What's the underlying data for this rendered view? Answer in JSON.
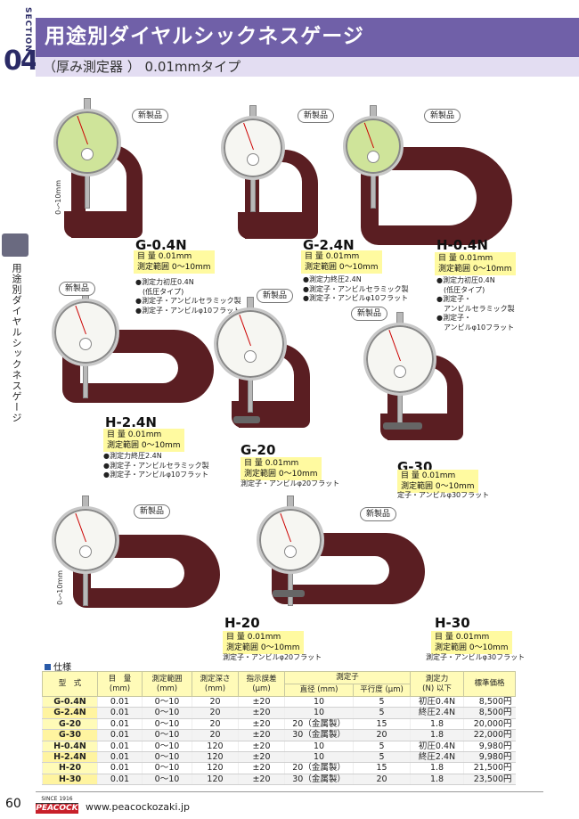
{
  "header": {
    "section_word": "SECTION",
    "section_number": "04",
    "title": "用途別ダイヤルシックネスゲージ",
    "subtitle": "（厚み測定器 ） 0.01mmタイプ"
  },
  "side_label": "用途別ダイヤルシックネスゲージ",
  "new_badge": "新製品",
  "range_vertical": "0〜10mm",
  "products": [
    {
      "model": "G-0.4N",
      "spec1": "目 量  0.01mm",
      "spec2": "測定範囲  0〜10mm",
      "notes": [
        "●測定力初圧0.4N",
        "　(低圧タイプ)",
        "●測定子・アンビルセラミック製",
        "●測定子・アンビルφ10フラット"
      ],
      "dial": "green"
    },
    {
      "model": "G-2.4N",
      "spec1": "目 量  0.01mm",
      "spec2": "測定範囲  0〜10mm",
      "notes": [
        "●測定力終圧2.4N",
        "●測定子・アンビルセラミック製",
        "●測定子・アンビルφ10フラット"
      ],
      "dial": "white"
    },
    {
      "model": "H-0.4N",
      "spec1": "目 量  0.01mm",
      "spec2": "測定範囲  0〜10mm",
      "notes": [
        "●測定力初圧0.4N",
        "　(低圧タイプ)",
        "●測定子・",
        "　アンビルセラミック製",
        "●測定子・",
        "　アンビルφ10フラット"
      ],
      "dial": "green"
    },
    {
      "model": "H-2.4N",
      "spec1": "目 量  0.01mm",
      "spec2": "測定範囲  0〜10mm",
      "notes": [
        "●測定力終圧2.4N",
        "●測定子・アンビルセラミック製",
        "●測定子・アンビルφ10フラット"
      ],
      "dial": "white"
    },
    {
      "model": "G-20",
      "spec1": "目 量  0.01mm",
      "spec2": "測定範囲  0〜10mm",
      "notes": [
        "測定子・アンビルφ20フラット"
      ],
      "dial": "white"
    },
    {
      "model": "G-30",
      "spec1": "目 量  0.01mm",
      "spec2": "測定範囲  0〜10mm",
      "notes": [
        "定子・アンビルφ30フラット"
      ],
      "dial": "white"
    },
    {
      "model": "H-20",
      "spec1": "目 量  0.01mm",
      "spec2": "測定範囲  0〜10mm",
      "notes": [
        "測定子・アンビルφ20フラット"
      ],
      "dial": "white"
    },
    {
      "model": "H-30",
      "spec1": "目 量  0.01mm",
      "spec2": "測定範囲  0〜10mm",
      "notes": [
        "測定子・アンビルφ30フラット"
      ],
      "dial": "white"
    }
  ],
  "table": {
    "title": "仕様",
    "headers": {
      "model": "型　式",
      "grad": "目　量\n(mm)",
      "range": "測定範囲\n(mm)",
      "depth": "測定深さ\n(mm)",
      "err": "指示誤差\n(μm)",
      "contact": "測定子",
      "dia": "直径 (mm)",
      "flat": "平行度 (μm)",
      "force": "測定力\n(N) 以下",
      "price": "標準価格"
    },
    "rows": [
      [
        "G-0.4N",
        "0.01",
        "0〜10",
        "20",
        "±20",
        "10",
        "5",
        "初圧0.4N",
        "8,500円"
      ],
      [
        "G-2.4N",
        "0.01",
        "0〜10",
        "20",
        "±20",
        "10",
        "5",
        "終圧2.4N",
        "8,500円"
      ],
      [
        "G-20",
        "0.01",
        "0〜10",
        "20",
        "±20",
        "20（金属製）",
        "15",
        "1.8",
        "20,000円"
      ],
      [
        "G-30",
        "0.01",
        "0〜10",
        "20",
        "±20",
        "30（金属製）",
        "20",
        "1.8",
        "22,000円"
      ],
      [
        "H-0.4N",
        "0.01",
        "0〜10",
        "120",
        "±20",
        "10",
        "5",
        "初圧0.4N",
        "9,980円"
      ],
      [
        "H-2.4N",
        "0.01",
        "0〜10",
        "120",
        "±20",
        "10",
        "5",
        "終圧2.4N",
        "9,980円"
      ],
      [
        "H-20",
        "0.01",
        "0〜10",
        "120",
        "±20",
        "20（金属製）",
        "15",
        "1.8",
        "21,500円"
      ],
      [
        "H-30",
        "0.01",
        "0〜10",
        "120",
        "±20",
        "30（金属製）",
        "20",
        "1.8",
        "23,500円"
      ]
    ]
  },
  "footer": {
    "page_number": "60",
    "logo_top": "SINCE 1916",
    "logo_main": "PEACOCK",
    "url": "www.peacockozaki.jp"
  },
  "colors": {
    "title_bar": "#7060a8",
    "frame": "#5a1e22",
    "spec_box": "#fffaa0",
    "dial_green": "#cfe49a"
  }
}
